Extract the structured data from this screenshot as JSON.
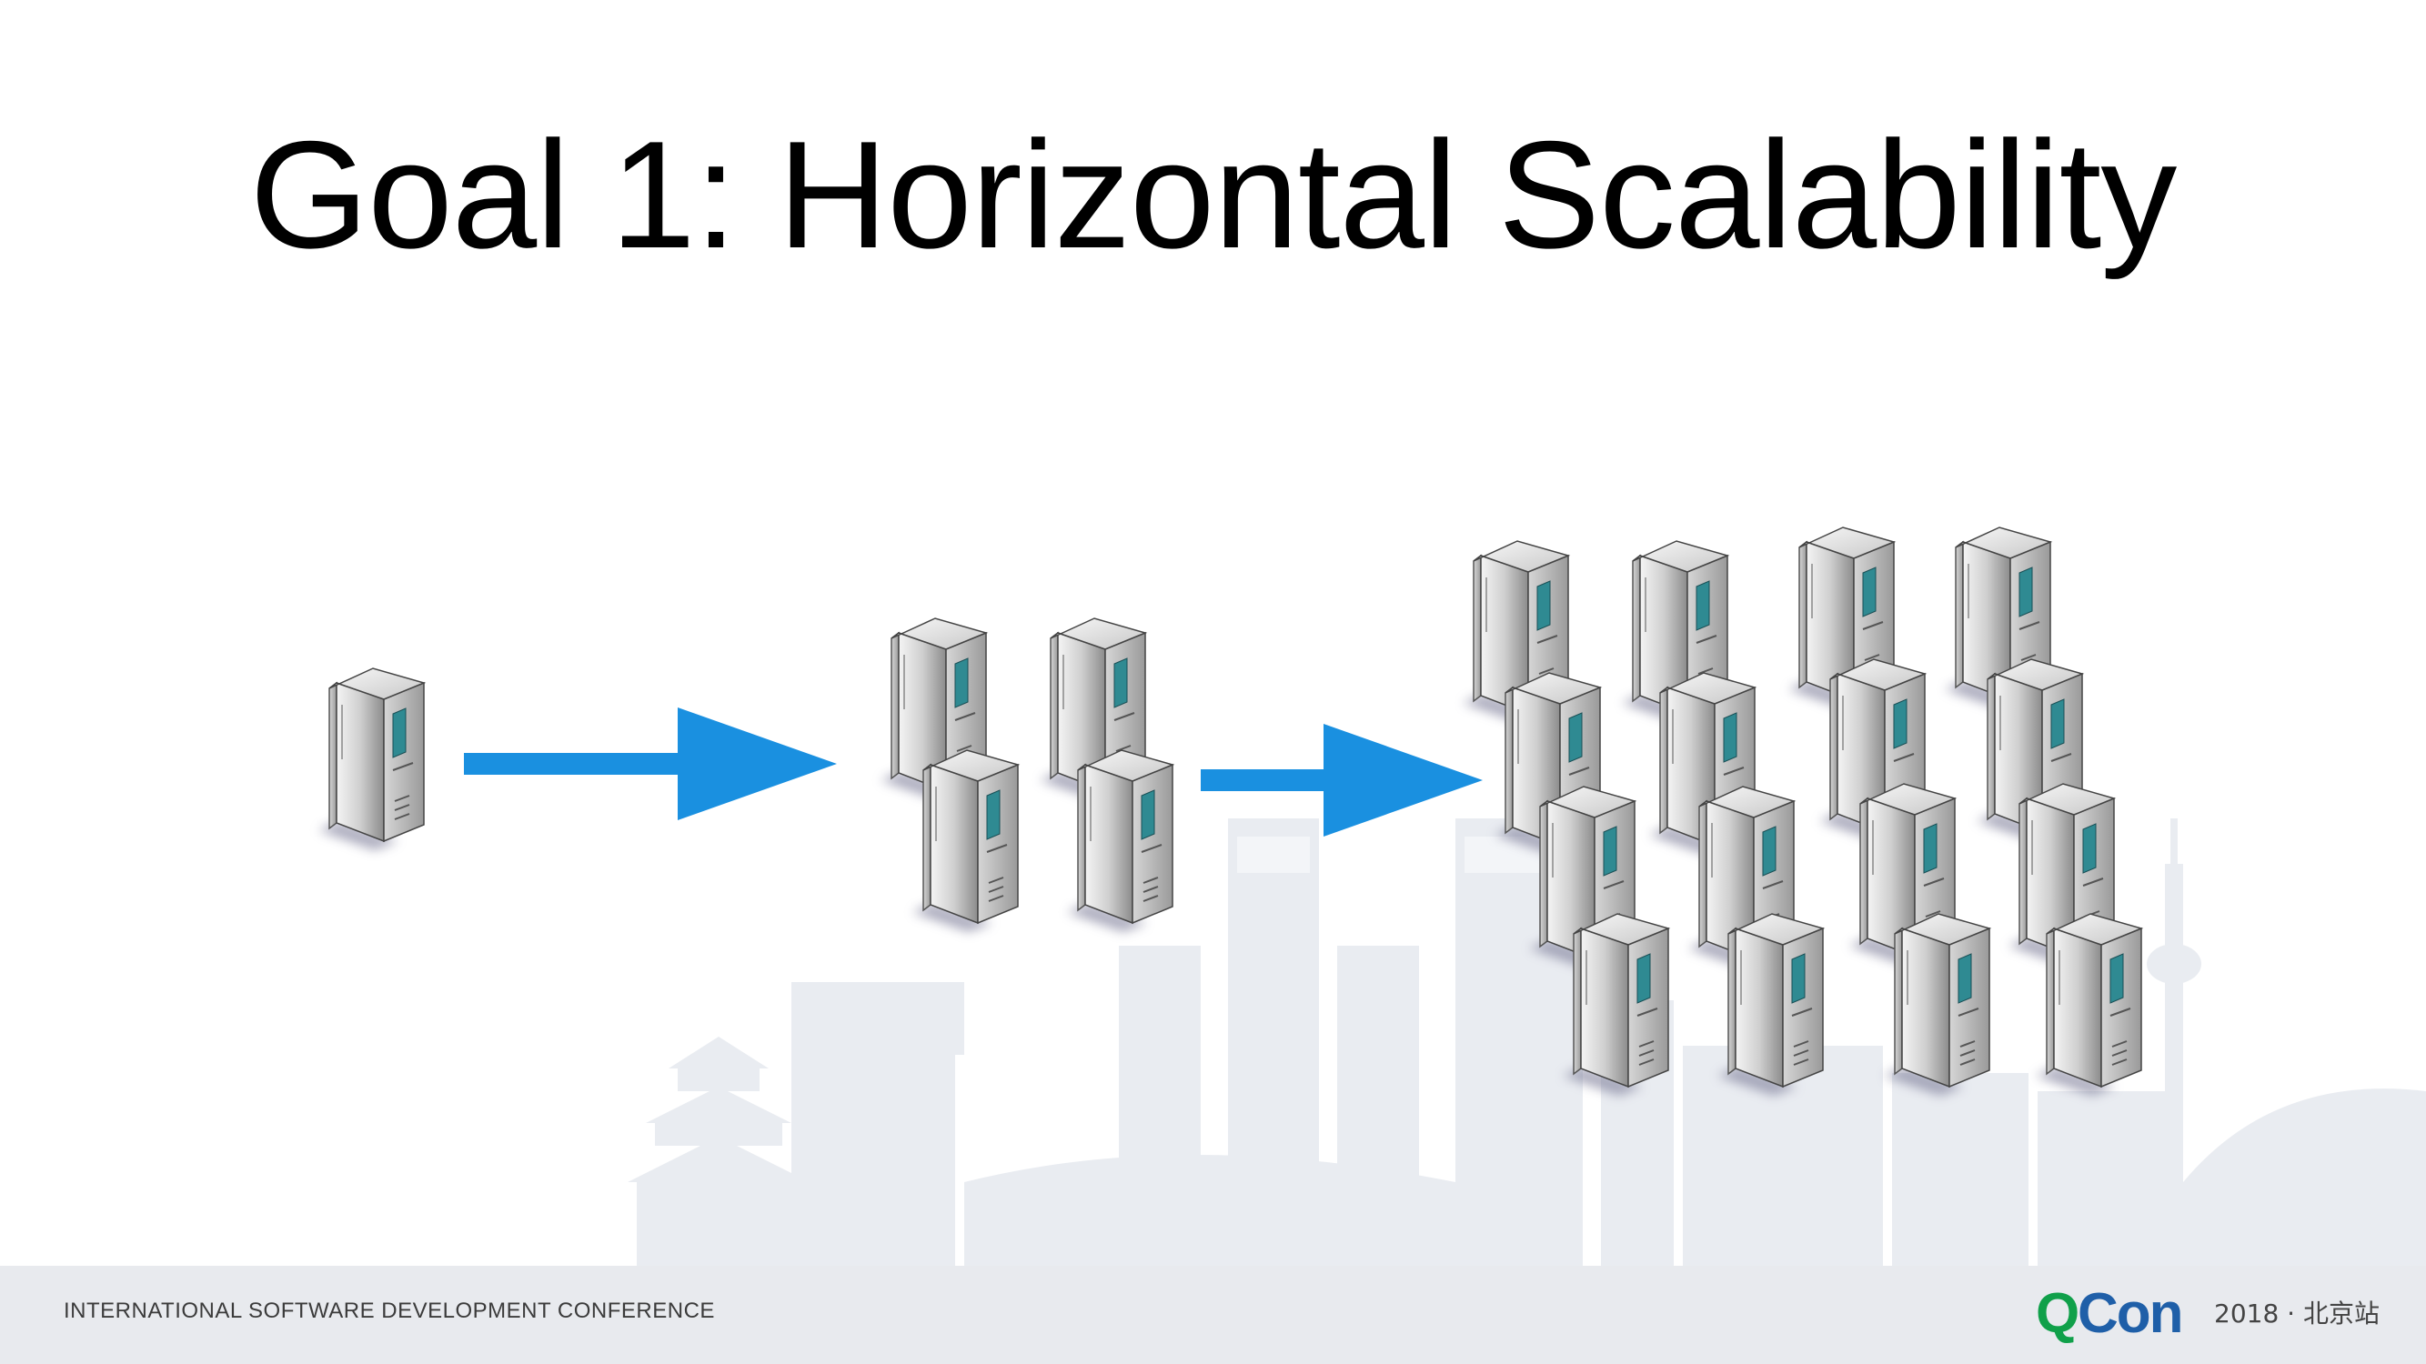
{
  "slide": {
    "title": "Goal 1: Horizontal Scalability"
  },
  "diagram": {
    "stages": [
      {
        "name": "one-server",
        "server_count": 1
      },
      {
        "name": "four-servers",
        "server_count": 4
      },
      {
        "name": "sixteen-servers",
        "server_count": 16
      }
    ],
    "arrow_color": "#1a90e0",
    "server_accent_color": "#2f8a92"
  },
  "footer": {
    "conference": "INTERNATIONAL SOFTWARE DEVELOPMENT CONFERENCE",
    "logo_q": "Q",
    "logo_con": "Con",
    "logo_tag": "2018 · 北京站",
    "logo_colors": {
      "q": "#10a04a",
      "con": "#1f5fa8"
    }
  }
}
